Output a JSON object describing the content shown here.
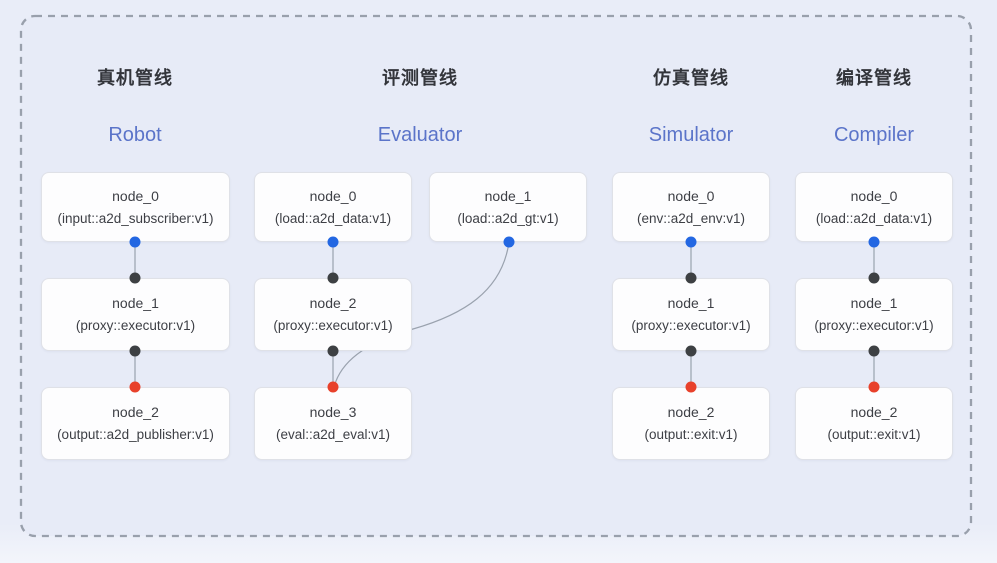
{
  "pipelines": [
    {
      "title_zh": "真机管线",
      "title_en": "Robot",
      "nodes": [
        {
          "name": "node_0",
          "spec": "(input::a2d_subscriber:v1)"
        },
        {
          "name": "node_1",
          "spec": "(proxy::executor:v1)"
        },
        {
          "name": "node_2",
          "spec": "(output::a2d_publisher:v1)"
        }
      ]
    },
    {
      "title_zh": "评测管线",
      "title_en": "Evaluator",
      "nodes": [
        {
          "name": "node_0",
          "spec": "(load::a2d_data:v1)"
        },
        {
          "name": "node_1",
          "spec": "(load::a2d_gt:v1)"
        },
        {
          "name": "node_2",
          "spec": "(proxy::executor:v1)"
        },
        {
          "name": "node_3",
          "spec": "(eval::a2d_eval:v1)"
        }
      ]
    },
    {
      "title_zh": "仿真管线",
      "title_en": "Simulator",
      "nodes": [
        {
          "name": "node_0",
          "spec": "(env::a2d_env:v1)"
        },
        {
          "name": "node_1",
          "spec": "(proxy::executor:v1)"
        },
        {
          "name": "node_2",
          "spec": "(output::exit:v1)"
        }
      ]
    },
    {
      "title_zh": "编译管线",
      "title_en": "Compiler",
      "nodes": [
        {
          "name": "node_0",
          "spec": "(load::a2d_data:v1)"
        },
        {
          "name": "node_1",
          "spec": "(proxy::executor:v1)"
        },
        {
          "name": "node_2",
          "spec": "(output::exit:v1)"
        }
      ]
    }
  ],
  "colors": {
    "page-bg": "#e9edf8",
    "panel-bg": "#e7ebf7",
    "edge": "#9aa2ae",
    "edge-strong": "#99a0ac",
    "node-bg": "#fdfdfe",
    "node-border": "#dfe1e7",
    "text-title": "#33353b",
    "title-accent": "#5b74c9",
    "text-node": "#3d3f45",
    "port-input": "#2367e2",
    "port-mid": "#3d4043",
    "port-output": "#e8412b"
  }
}
